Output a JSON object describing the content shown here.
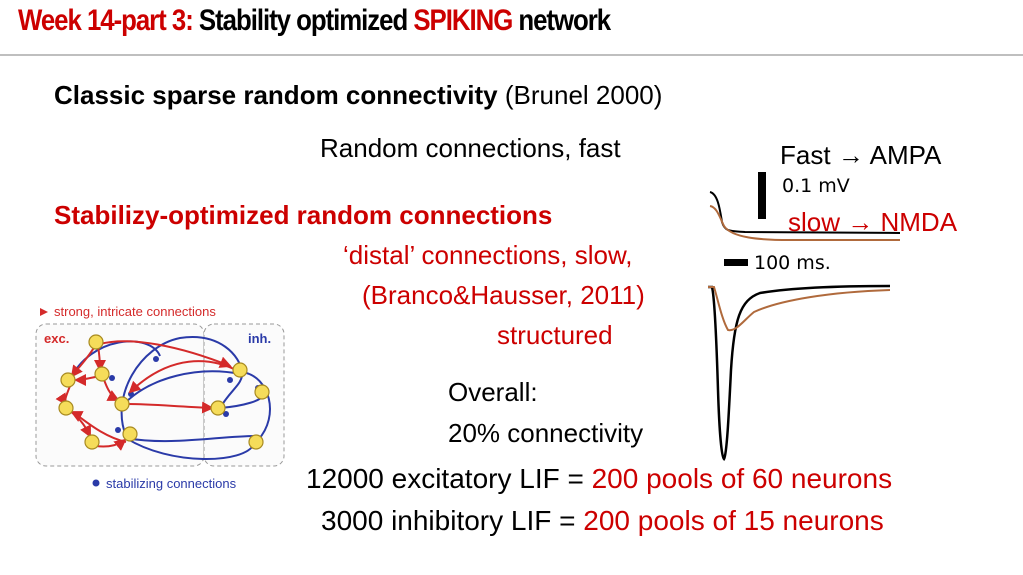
{
  "title": {
    "prefix": "Week 14-part 3:",
    "main": "Stability optimized",
    "highlight": "SPIKING",
    "suffix": "network"
  },
  "classic": {
    "bold": "Classic sparse random connectivity",
    "ref": "(Brunel 2000)"
  },
  "random_fast": "Random connections, fast",
  "stability": {
    "heading": "Stabilizy-optimized random connections",
    "line1": "‘distal’ connections, slow,",
    "line2": "(Branco&Hausser, 2011)",
    "line3": "structured"
  },
  "psp": {
    "fast_label": "Fast",
    "fast_type": "AMPA",
    "slow_label": "slow",
    "slow_type": "NMDA",
    "arrow": "→",
    "scale_v": "0.1 mV",
    "scale_t": "100 ms."
  },
  "overall": {
    "label": "Overall:",
    "value": "20% connectivity"
  },
  "counts": {
    "exc_left": "12000 excitatory LIF =",
    "exc_right": "200 pools of 60 neurons",
    "inh_left": "3000 inhibitory LIF =",
    "inh_right": "200 pools of  15 neurons"
  },
  "diagram": {
    "legend_strong": "strong, intricate connections",
    "legend_stab": "stabilizing connections",
    "exc_label": "exc.",
    "inh_label": "inh.",
    "colors": {
      "exc": "#d42a2a",
      "inh": "#2a3aa8",
      "node": "#f5dc5a"
    }
  }
}
